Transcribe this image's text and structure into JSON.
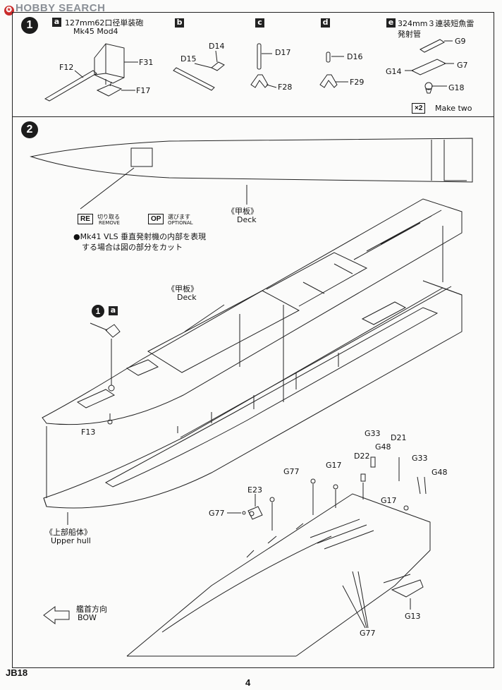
{
  "watermark": "HOBBY SEARCH",
  "step1": {
    "number": "1",
    "parts": {
      "a": {
        "letter": "a",
        "title_jp": "127mm62口径単装砲",
        "title_en": "Mk45 Mod4"
      },
      "b": {
        "letter": "b"
      },
      "c": {
        "letter": "c"
      },
      "d": {
        "letter": "d"
      },
      "e": {
        "letter": "e",
        "title_jp_1": "324mm３連装短魚雷",
        "title_jp_2": "発射管"
      }
    },
    "labels": {
      "f12": "F12",
      "f31": "F31",
      "f17": "F17",
      "d14": "D14",
      "d15": "D15",
      "d17": "D17",
      "f28": "F28",
      "d16": "D16",
      "f29": "F29",
      "g9": "G9",
      "g14": "G14",
      "g7": "G7",
      "g18": "G18"
    },
    "make_two": {
      "mult": "×2",
      "text": "Make two"
    }
  },
  "step2": {
    "number": "2",
    "legend": {
      "re_box": "RE",
      "re_jp": "切り取る",
      "re_en": "REMOVE",
      "op_box": "OP",
      "op_jp": "選びます",
      "op_en": "OPTIONAL"
    },
    "note_1": "●Mk41 VLS 垂直発射機の内部を表現",
    "note_2": "する場合は図の部分をカット",
    "deck_top_jp": "《甲板》",
    "deck_top_en": "Deck",
    "deck_mid_jp": "《甲板》",
    "deck_mid_en": "Deck",
    "ref_step": "1",
    "ref_letter": "a",
    "f13": "F13",
    "upper_hull_jp": "《上部船体》",
    "upper_hull_en": "Upper hull",
    "bow_jp": "艦首方向",
    "bow_en": "BOW",
    "parts": {
      "g33_a": "G33",
      "g48_a": "G48",
      "d21": "D21",
      "d22": "D22",
      "g33_b": "G33",
      "g48_b": "G48",
      "g77_a": "G77",
      "g17_a": "G17",
      "e23": "E23",
      "g17_b": "G17",
      "g77_b": "G77",
      "g77_c": "G77",
      "g13": "G13"
    }
  },
  "footer": {
    "code": "JB18",
    "page": "4"
  }
}
